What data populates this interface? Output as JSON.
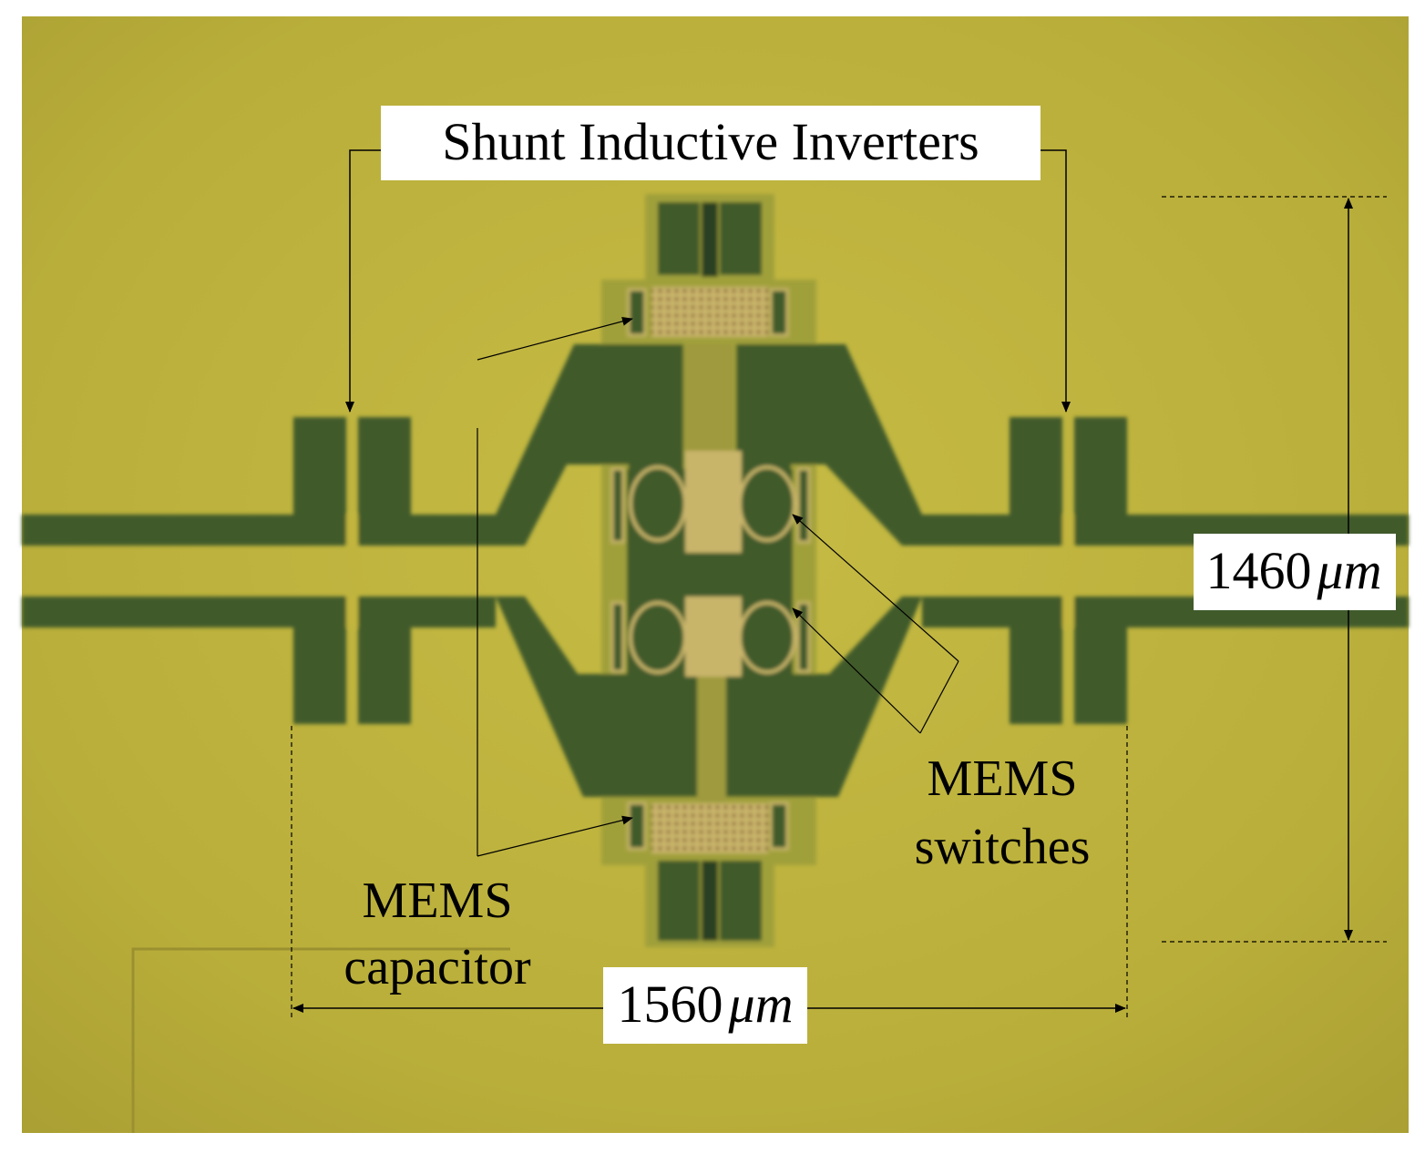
{
  "labels": {
    "inverters": "Shunt Inductive Inverters",
    "switches_line1": "MEMS",
    "switches_line2": "switches",
    "capacitor_line1": "MEMS",
    "capacitor_line2": "capacitor",
    "width_value": "1560",
    "width_unit": "μm",
    "height_value": "1460",
    "height_unit": "μm"
  },
  "colors": {
    "substrate": "#c2b53d",
    "metal": "#3f5a2c",
    "metal_light": "#a59c3b",
    "pad_outline": "#8a7a32",
    "annotation": "#000000"
  }
}
